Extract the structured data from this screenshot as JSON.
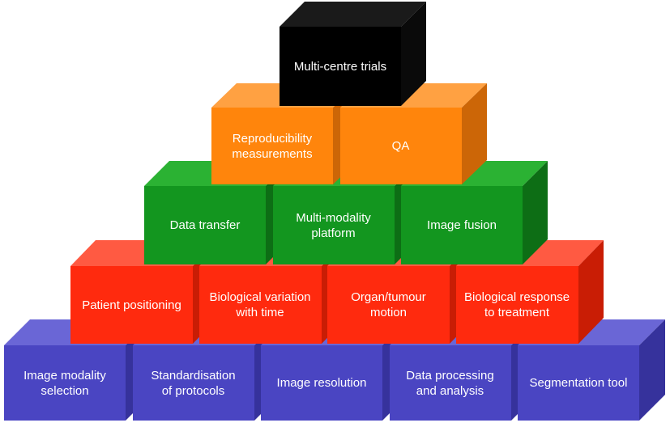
{
  "colors": {
    "blue": {
      "front": "#4a45c2",
      "top": "#6a66d6",
      "side": "#36329c"
    },
    "red": {
      "front": "#ff2a0e",
      "top": "#ff5a42",
      "side": "#c91d05"
    },
    "green": {
      "front": "#13961f",
      "top": "#2bb233",
      "side": "#0d6e15"
    },
    "orange": {
      "front": "#ff850c",
      "top": "#ffa142",
      "side": "#cc6607"
    },
    "black": {
      "front": "#000000",
      "top": "#1a1a1a",
      "side": "#0a0a0a"
    }
  },
  "rows": [
    {
      "row": "bottom",
      "color": "blue",
      "blocks": [
        "Image modality\nselection",
        "Standardisation\nof protocols",
        "Image resolution",
        "Data processing\nand analysis",
        "Segmentation tool"
      ]
    },
    {
      "row": "second",
      "color": "red",
      "blocks": [
        "Patient positioning",
        "Biological variation\nwith time",
        "Organ/tumour\nmotion",
        "Biological response\nto treatment"
      ]
    },
    {
      "row": "third",
      "color": "green",
      "blocks": [
        "Data transfer",
        "Multi-modality\nplatform",
        "Image fusion"
      ]
    },
    {
      "row": "fourth",
      "color": "orange",
      "blocks": [
        "Reproducibility\nmeasurements",
        "QA"
      ]
    },
    {
      "row": "top",
      "color": "black",
      "blocks": [
        "Multi-centre trials"
      ]
    }
  ]
}
